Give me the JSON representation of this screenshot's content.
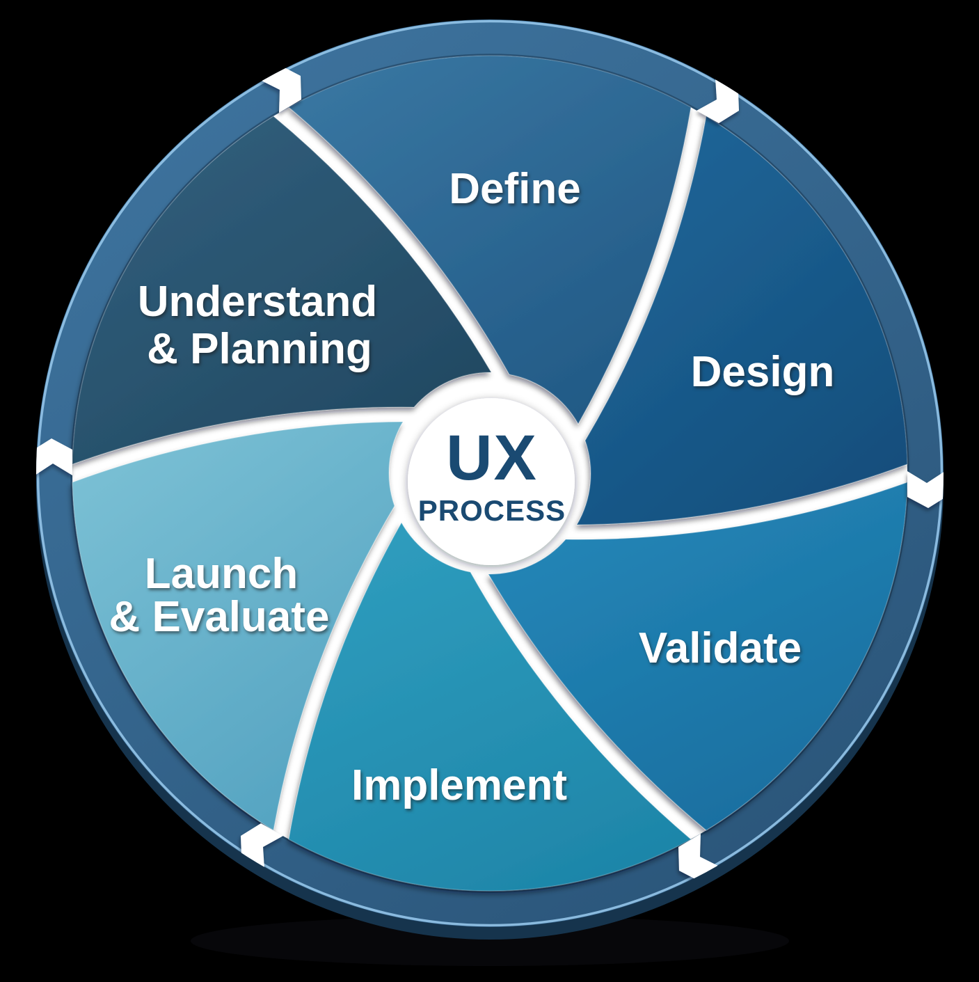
{
  "diagram": {
    "center_title": {
      "line1": "UX",
      "line2": "PROCESS"
    },
    "center_text_color": "#1a4a72",
    "center_circle_color": "#ffffff",
    "divider_color": "#ffffff",
    "label_color": "#ffffff",
    "ring": {
      "color_light": "#3e749f",
      "color_dark": "#2a5478",
      "rim_color": "#8fc0e4",
      "depth_color": "#16344d"
    },
    "segments": [
      {
        "id": "define",
        "lines": [
          "Define"
        ],
        "color_top": "#3a78a3",
        "color_bottom": "#225a86"
      },
      {
        "id": "design",
        "lines": [
          "Design"
        ],
        "color_top": "#1f679a",
        "color_bottom": "#144e7c"
      },
      {
        "id": "validate",
        "lines": [
          "Validate"
        ],
        "color_top": "#2487b8",
        "color_bottom": "#186d9e"
      },
      {
        "id": "implement",
        "lines": [
          "Implement"
        ],
        "color_top": "#2f9dbe",
        "color_bottom": "#1e86a9"
      },
      {
        "id": "launch",
        "lines": [
          "Launch",
          "& Evaluate"
        ],
        "color_top": "#7cc1d5",
        "color_bottom": "#54a3c1"
      },
      {
        "id": "understand",
        "lines": [
          "Understand",
          "& Planning"
        ],
        "color_top": "#33617f",
        "color_bottom": "#214861"
      }
    ]
  }
}
